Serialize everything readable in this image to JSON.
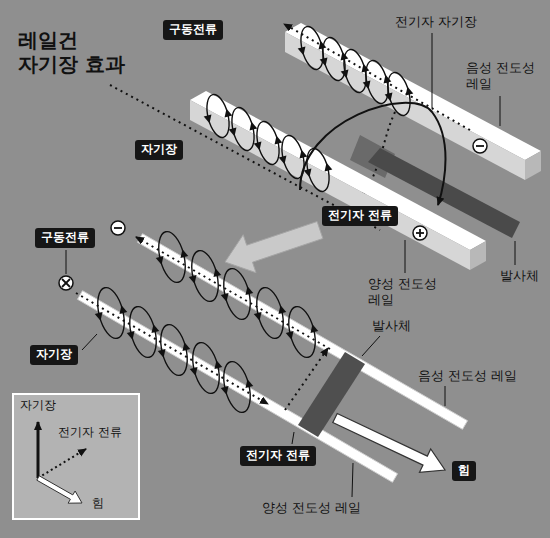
{
  "diagram": {
    "title": "레일건 자기장 효과",
    "nodes": [
      {
        "text": [
          "구동전류"
        ]
      },
      {
        "text": [
          "자기장"
        ]
      },
      {
        "text": [
          "전기자 전류"
        ]
      },
      {
        "text": [
          "구동전류"
        ]
      },
      {
        "text": [
          "자기장"
        ]
      },
      {
        "text": [
          "전기자 전류"
        ]
      },
      {
        "text": [
          "힘"
        ]
      },
      {
        "text": [
          "자기장",
          "전기자 전류",
          "힘"
        ]
      }
    ],
    "labels": [
      "전기자 자기장",
      "음성 전도성 레일",
      "발사체",
      "양성 전도성 레일",
      "발사체",
      "음성 전도성 레일",
      "양성 전도성 레일"
    ]
  }
}
